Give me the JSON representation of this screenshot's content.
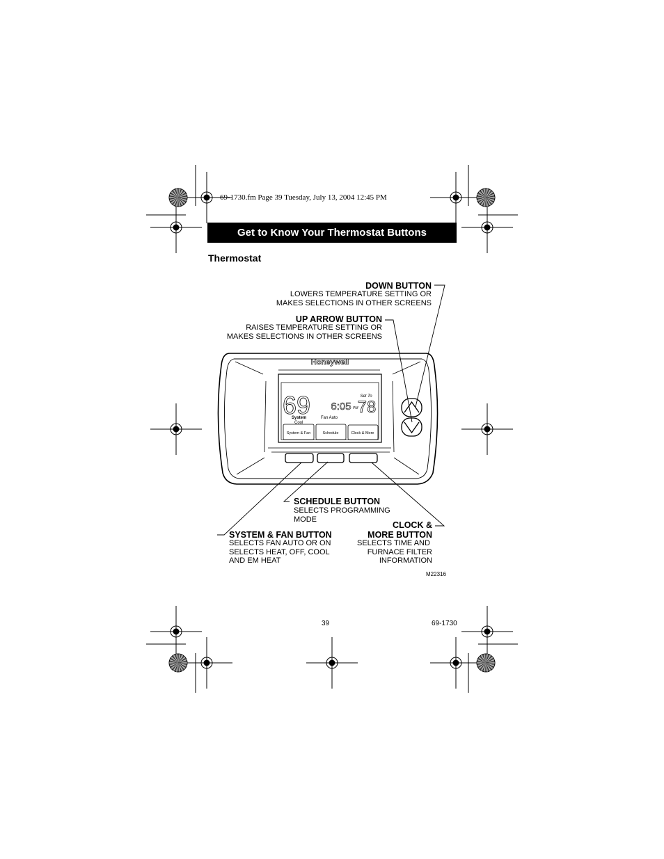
{
  "header": {
    "file_info": "69-1730.fm  Page 39  Tuesday, July 13, 2004  12:45 PM"
  },
  "page": {
    "banner_title": "Get to Know Your Thermostat Buttons",
    "section_title": "Thermostat"
  },
  "callouts": {
    "down_button": {
      "title": "DOWN BUTTON",
      "lines": [
        "LOWERS TEMPERATURE SETTING OR",
        "MAKES SELECTIONS IN OTHER SCREENS"
      ]
    },
    "up_button": {
      "title": "UP ARROW BUTTON",
      "lines": [
        "RAISES TEMPERATURE SETTING OR",
        "MAKES SELECTIONS IN OTHER SCREENS"
      ]
    },
    "schedule_button": {
      "title": "SCHEDULE BUTTON",
      "lines": [
        "SELECTS PROGRAMMING",
        "MODE"
      ]
    },
    "clock_button": {
      "title_lines": [
        "CLOCK &",
        "MORE BUTTON"
      ],
      "lines": [
        "SELECTS TIME AND",
        "FURNACE FILTER",
        "INFORMATION"
      ]
    },
    "system_fan_button": {
      "title": "SYSTEM & FAN BUTTON",
      "lines": [
        "SELECTS FAN AUTO OR ON",
        "SELECTS HEAT, OFF, COOL",
        "AND EM HEAT"
      ]
    }
  },
  "thermostat": {
    "brand": "Honeywell",
    "display": {
      "current_temp": "69",
      "time": "6:05",
      "ampm": "PM",
      "set_to_label": "Set To",
      "set_temp": "78",
      "system_label": "System",
      "system_mode": "Cool",
      "fan_label": "Fan Auto"
    },
    "soft_keys": [
      "System & Fan",
      "Schedule",
      "Clock & More"
    ]
  },
  "figure_id": "M22316",
  "footer": {
    "page_number": "39",
    "doc_number": "69-1730"
  }
}
